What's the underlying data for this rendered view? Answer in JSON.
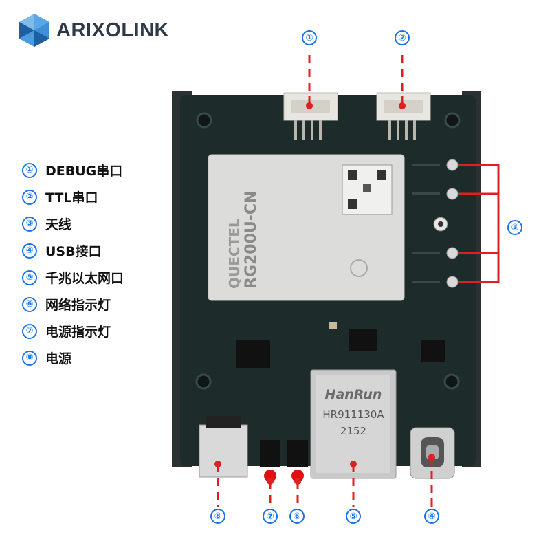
{
  "brand": {
    "name": "ARIXOLINK",
    "accent": "#2a7ac8"
  },
  "legend": [
    {
      "num": "①",
      "label": "DEBUG串口"
    },
    {
      "num": "②",
      "label": "TTL串口"
    },
    {
      "num": "③",
      "label": "天线"
    },
    {
      "num": "④",
      "label": "USB接口"
    },
    {
      "num": "⑤",
      "label": "千兆以太网口"
    },
    {
      "num": "⑥",
      "label": "网络指示灯"
    },
    {
      "num": "⑦",
      "label": "电源指示灯"
    },
    {
      "num": "⑧",
      "label": "电源"
    }
  ],
  "module": {
    "brand": "QUECTEL",
    "model": "RG200U-CN"
  },
  "ethernet": {
    "brand": "HanRun",
    "part": "HR911130A",
    "date": "2152"
  },
  "colors": {
    "callout": "#1a73e8",
    "leader": "#e02020",
    "board": "#1d2b2b"
  }
}
